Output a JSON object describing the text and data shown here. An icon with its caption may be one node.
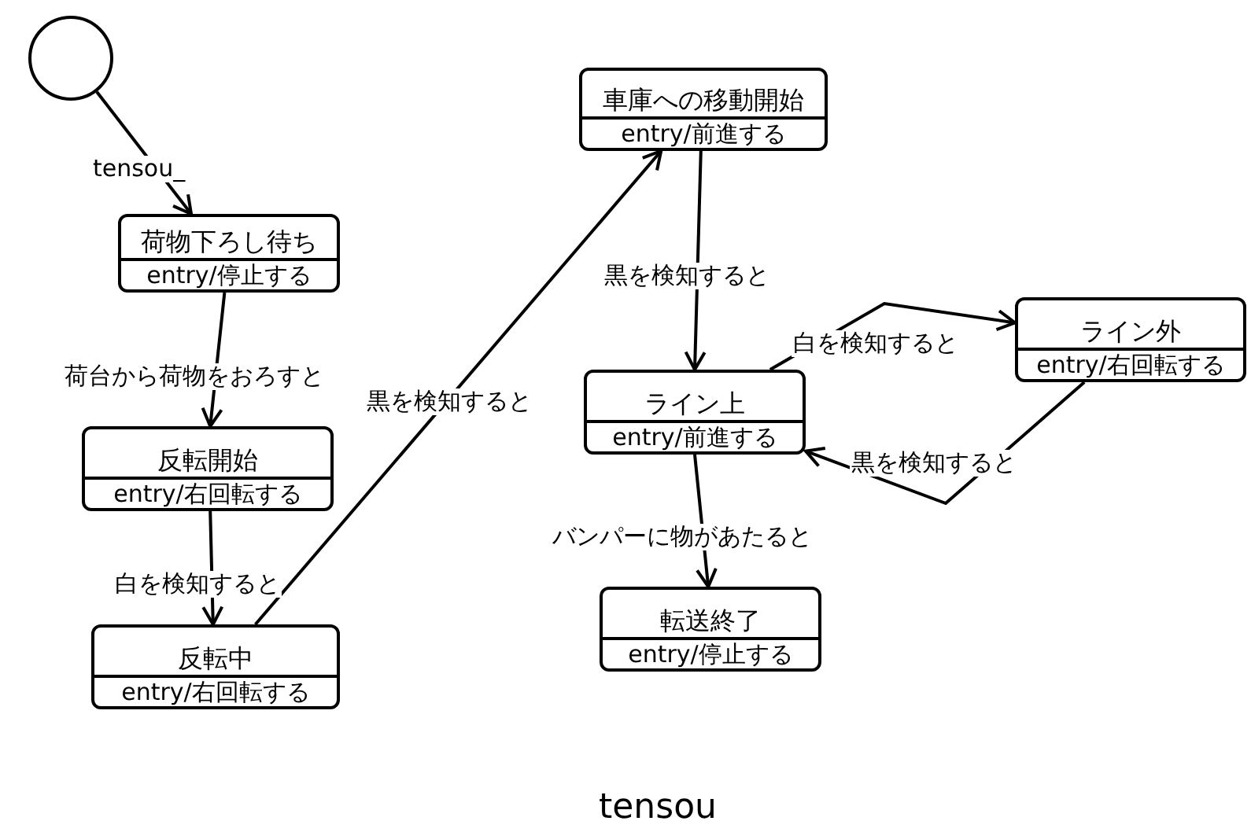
{
  "diagram": {
    "caption": "tensou",
    "nodes": [
      {
        "text": [],
        "shape": "circle"
      },
      {
        "text": [
          "荷物下ろし待ち",
          "entry/停止する"
        ]
      },
      {
        "text": [
          "反転開始",
          "entry/右回転する"
        ]
      },
      {
        "text": [
          "反転中",
          "entry/右回転する"
        ]
      },
      {
        "text": [
          "車庫への移動開始",
          "entry/前進する"
        ]
      },
      {
        "text": [
          "ライン上",
          "entry/前進する"
        ]
      },
      {
        "text": [
          "ライン外",
          "entry/右回転する"
        ]
      },
      {
        "text": [
          "転送終了",
          "entry/停止する"
        ]
      }
    ],
    "edges": [
      {
        "from": 0,
        "to": 1,
        "arrow": "to",
        "label": "tensou_"
      },
      {
        "from": 1,
        "to": 2,
        "arrow": "to",
        "label": "荷台から荷物をおろすと"
      },
      {
        "from": 2,
        "to": 3,
        "arrow": "to",
        "label": "白を検知すると"
      },
      {
        "from": 3,
        "to": 4,
        "arrow": "to",
        "label": "黒を検知すると"
      },
      {
        "from": 4,
        "to": 5,
        "arrow": "to",
        "label": "黒を検知すると"
      },
      {
        "from": 5,
        "to": 6,
        "arrow": "to",
        "label": "白を検知すると"
      },
      {
        "from": 6,
        "to": 5,
        "arrow": "to",
        "label": "黒を検知すると"
      },
      {
        "from": 5,
        "to": 7,
        "arrow": "to",
        "label": "バンパーに物があたると"
      }
    ]
  }
}
